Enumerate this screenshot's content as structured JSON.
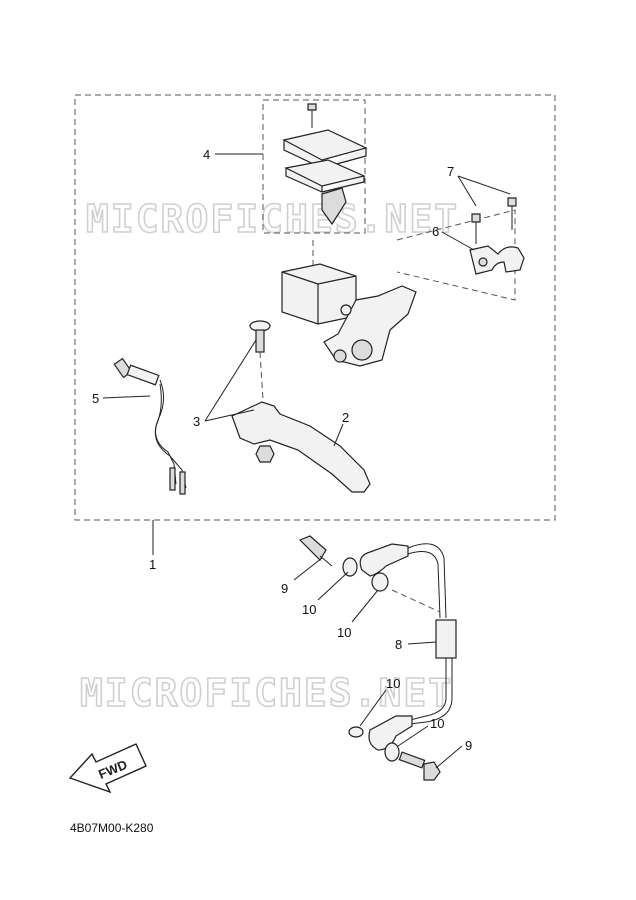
{
  "watermark": "MICROFICHES.NET",
  "fwd_label": "FWD",
  "diagram_code": "4B07M00-K280",
  "callouts": {
    "c1": "1",
    "c2": "2",
    "c3": "3",
    "c4": "4",
    "c5": "5",
    "c6": "6",
    "c7": "7",
    "c8": "8",
    "c9a": "9",
    "c9b": "9",
    "c10a": "10",
    "c10b": "10",
    "c10c": "10",
    "c10d": "10"
  }
}
